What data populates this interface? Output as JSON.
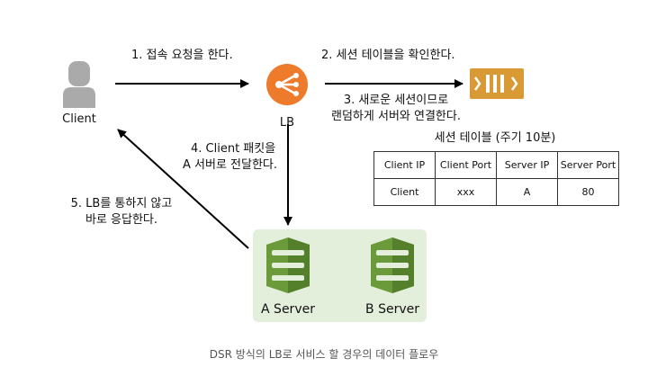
{
  "nodes": {
    "client": {
      "label": "Client"
    },
    "lb": {
      "label": "LB"
    },
    "queue": {
      "label": ""
    },
    "server_a": {
      "label": "A Server"
    },
    "server_b": {
      "label": "B Server"
    }
  },
  "steps": {
    "step1": "1. 접속 요청을 한다.",
    "step2": "2. 세션 테이블을 확인한다.",
    "step3_line1": "3. 새로운 세션이므로",
    "step3_line2": "랜덤하게 서버와 연결한다.",
    "step4_line1": "4. Client 패킷을",
    "step4_line2": "A 서버로 전달한다.",
    "step5_line1": "5. LB를 통하지 않고",
    "step5_line2": "바로 응답한다."
  },
  "session_table": {
    "title": "세션 테이블 (주기 10분)",
    "headers": [
      "Client IP",
      "Client Port",
      "Server IP",
      "Server Port"
    ],
    "row": [
      "Client",
      "xxx",
      "A",
      "80"
    ]
  },
  "caption": "DSR 방식의 LB로 서비스 할 경우의 데이터 플로우",
  "colors": {
    "lb_orange": "#ee7b2c",
    "queue_gold": "#d99a36",
    "server_green": "#6a9a3a",
    "server_zone": "#e3efda",
    "client_gray": "#aaaaaa"
  },
  "icons": {
    "client": "user-icon",
    "lb": "load-balancer-icon",
    "queue": "queue-icon",
    "server": "server-icon"
  }
}
